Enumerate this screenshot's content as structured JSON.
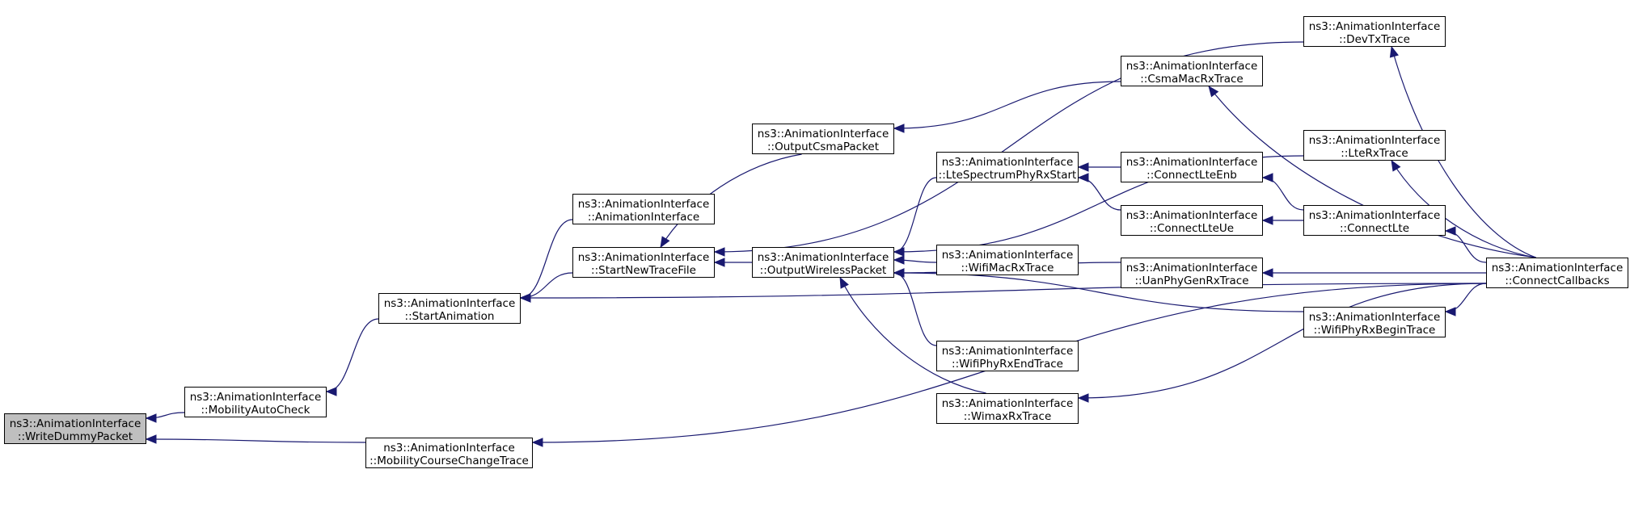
{
  "nodes": [
    {
      "id": "write",
      "line1": "ns3::AnimationInterface",
      "line2": "::WriteDummyPacket",
      "focus": true
    },
    {
      "id": "mob_auto",
      "line1": "ns3::AnimationInterface",
      "line2": "::MobilityAutoCheck"
    },
    {
      "id": "mob_course",
      "line1": "ns3::AnimationInterface",
      "line2": "::MobilityCourseChangeTrace"
    },
    {
      "id": "start_anim",
      "line1": "ns3::AnimationInterface",
      "line2": "::StartAnimation"
    },
    {
      "id": "anim_iface",
      "line1": "ns3::AnimationInterface",
      "line2": "::AnimationInterface"
    },
    {
      "id": "start_trace",
      "line1": "ns3::AnimationInterface",
      "line2": "::StartNewTraceFile"
    },
    {
      "id": "out_csma",
      "line1": "ns3::AnimationInterface",
      "line2": "::OutputCsmaPacket"
    },
    {
      "id": "out_wireless",
      "line1": "ns3::AnimationInterface",
      "line2": "::OutputWirelessPacket"
    },
    {
      "id": "lte_spec",
      "line1": "ns3::AnimationInterface",
      "line2": "::LteSpectrumPhyRxStart"
    },
    {
      "id": "wifi_mac",
      "line1": "ns3::AnimationInterface",
      "line2": "::WifiMacRxTrace"
    },
    {
      "id": "wifi_end",
      "line1": "ns3::AnimationInterface",
      "line2": "::WifiPhyRxEndTrace"
    },
    {
      "id": "wimax",
      "line1": "ns3::AnimationInterface",
      "line2": "::WimaxRxTrace"
    },
    {
      "id": "csma_mac",
      "line1": "ns3::AnimationInterface",
      "line2": "::CsmaMacRxTrace"
    },
    {
      "id": "conn_enb",
      "line1": "ns3::AnimationInterface",
      "line2": "::ConnectLteEnb"
    },
    {
      "id": "conn_ue",
      "line1": "ns3::AnimationInterface",
      "line2": "::ConnectLteUe"
    },
    {
      "id": "uan",
      "line1": "ns3::AnimationInterface",
      "line2": "::UanPhyGenRxTrace"
    },
    {
      "id": "devtx",
      "line1": "ns3::AnimationInterface",
      "line2": "::DevTxTrace"
    },
    {
      "id": "lterx",
      "line1": "ns3::AnimationInterface",
      "line2": "::LteRxTrace"
    },
    {
      "id": "connlte",
      "line1": "ns3::AnimationInterface",
      "line2": "::ConnectLte"
    },
    {
      "id": "wifi_begin",
      "line1": "ns3::AnimationInterface",
      "line2": "::WifiPhyRxBeginTrace"
    },
    {
      "id": "conncb",
      "line1": "ns3::AnimationInterface",
      "line2": "::ConnectCallbacks"
    }
  ],
  "edges": [
    {
      "from": "mob_auto",
      "to": "write"
    },
    {
      "from": "mob_course",
      "to": "write"
    },
    {
      "from": "start_anim",
      "to": "mob_auto"
    },
    {
      "from": "anim_iface",
      "to": "start_anim"
    },
    {
      "from": "start_trace",
      "to": "start_anim"
    },
    {
      "from": "conncb",
      "to": "start_anim"
    },
    {
      "from": "out_wireless",
      "to": "start_trace"
    },
    {
      "from": "out_csma",
      "to": "start_trace"
    },
    {
      "from": "devtx",
      "to": "start_trace"
    },
    {
      "from": "csma_mac",
      "to": "out_csma"
    },
    {
      "from": "lte_spec",
      "to": "out_wireless"
    },
    {
      "from": "wifi_mac",
      "to": "out_wireless"
    },
    {
      "from": "wifi_end",
      "to": "out_wireless"
    },
    {
      "from": "wimax",
      "to": "out_wireless"
    },
    {
      "from": "lterx",
      "to": "out_wireless"
    },
    {
      "from": "uan",
      "to": "out_wireless"
    },
    {
      "from": "wifi_begin",
      "to": "out_wireless"
    },
    {
      "from": "conn_enb",
      "to": "lte_spec"
    },
    {
      "from": "conn_ue",
      "to": "lte_spec"
    },
    {
      "from": "connlte",
      "to": "conn_enb"
    },
    {
      "from": "connlte",
      "to": "conn_ue"
    },
    {
      "from": "conncb",
      "to": "devtx"
    },
    {
      "from": "conncb",
      "to": "csma_mac"
    },
    {
      "from": "conncb",
      "to": "lterx"
    },
    {
      "from": "conncb",
      "to": "connlte"
    },
    {
      "from": "conncb",
      "to": "uan"
    },
    {
      "from": "conncb",
      "to": "wifi_begin"
    },
    {
      "from": "conncb",
      "to": "wimax"
    },
    {
      "from": "conncb",
      "to": "mob_course"
    }
  ],
  "colors": {
    "edge": "#191970",
    "border": "#000000",
    "focus_fill": "#bfbfbf",
    "node_fill": "#ffffff"
  }
}
